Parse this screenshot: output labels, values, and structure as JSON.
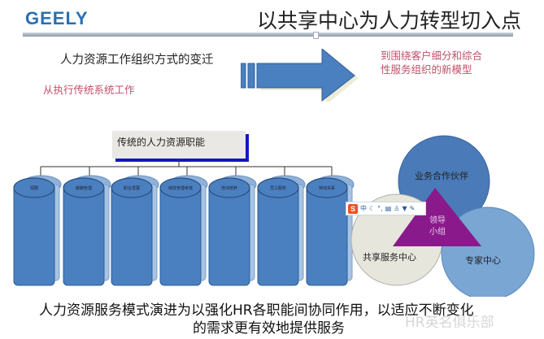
{
  "header": {
    "logo": "GEELY",
    "title": "以共享中心为人力转型切入点"
  },
  "transition": {
    "heading": "人力资源工作组织方式的变迁",
    "from": "从执行传统系统工作",
    "to": "到围绕客户细分和综合性服务组织的新模型",
    "arrow_icon": "right-arrow-icon"
  },
  "traditional": {
    "title": "传统的人力资源职能",
    "functions": [
      "招聘",
      "薪酬管理",
      "职业发展",
      "绩效管理考核",
      "培训培养",
      "员工服务",
      "劳动关系"
    ]
  },
  "new_model": {
    "business_partner": "业务合作伙伴",
    "shared_service": "共享服务中心",
    "expert_center": "专家中心",
    "leadership": [
      "领导",
      "小组"
    ]
  },
  "ime_toolbar": {
    "logo": "S",
    "mode": "中",
    "icons": [
      "moon-icon",
      "punctuation-icon",
      "keyboard-icon",
      "user-icon",
      "skin-icon",
      "wrench-icon"
    ]
  },
  "caption": {
    "line1": "人力资源服务模式演进为以强化HR各职能间协同作用，以适应不断变化",
    "line2": "的需求更有效地提供服务"
  },
  "watermark": "HR英名俱乐部",
  "colors": {
    "brand": "#2a6fb3",
    "cylinder": "#4a7fc0",
    "triangle": "#8a1a8c",
    "accent_text": "#c0506a"
  }
}
